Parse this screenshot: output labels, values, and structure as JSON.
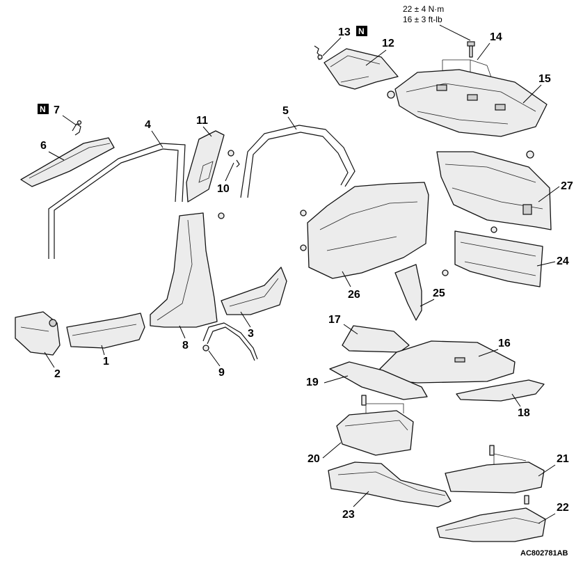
{
  "callouts": {
    "p1": "1",
    "p2": "2",
    "p3": "3",
    "p4": "4",
    "p5": "5",
    "p6": "6",
    "p7": "7",
    "p8": "8",
    "p9": "9",
    "p10": "10",
    "p11": "11",
    "p12": "12",
    "p13": "13",
    "p14": "14",
    "p15": "15",
    "p16": "16",
    "p17": "17",
    "p18": "18",
    "p19": "19",
    "p20": "20",
    "p21": "21",
    "p22": "22",
    "p23": "23",
    "p24": "24",
    "p25": "25",
    "p26": "26",
    "p27": "27"
  },
  "badges": {
    "b7": "N",
    "b13": "N"
  },
  "torque": {
    "line1": "22 ± 4 N·m",
    "line2": "16 ± 3 ft-lb"
  },
  "figure_code": "AC802781AB"
}
